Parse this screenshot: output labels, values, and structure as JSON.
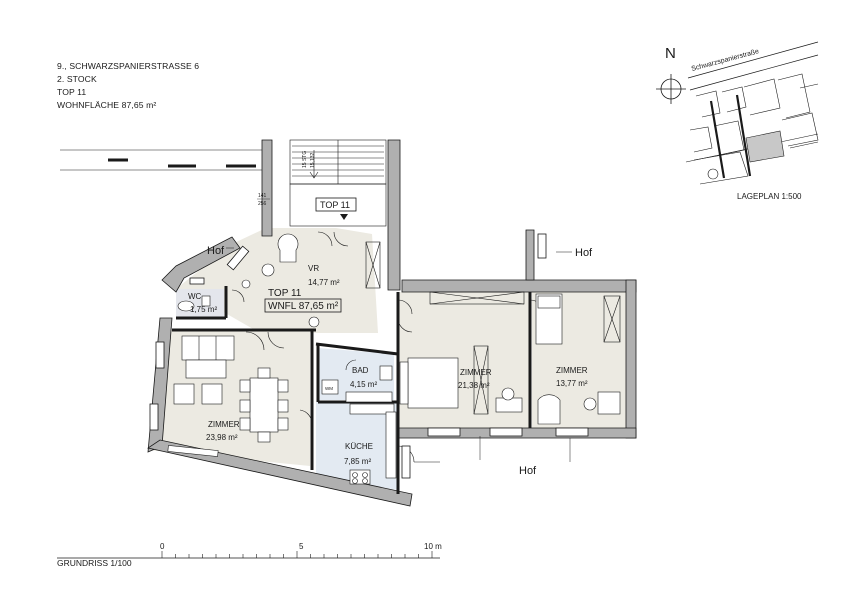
{
  "header": {
    "address": "9., SCHWARZSPANIERSTRASSE 6",
    "floor": "2. STOCK",
    "unit": "TOP  11",
    "living_area": "WOHNFLÄCHE 87,65 m²"
  },
  "site_plan": {
    "north_label": "N",
    "street_label": "Schwarzspanierstraße",
    "scale_label": "LAGEPLAN 1:500"
  },
  "plan": {
    "stair_steps_label": "15 STG",
    "stair_dim_label": "15,132",
    "stair_ratio_top": "141",
    "stair_ratio_bottom": "256",
    "entrance_label": "TOP 11",
    "courtyard_label": "Hof",
    "rooms": [
      {
        "name": "VR",
        "area": "14,77 m²"
      },
      {
        "name": "WC",
        "area": "1,75 m²"
      },
      {
        "name": "ZIMMER",
        "area": "23,98 m²"
      },
      {
        "name": "BAD",
        "area": "4,15 m²"
      },
      {
        "name": "KÜCHE",
        "area": "7,85 m²"
      },
      {
        "name": "ZIMMER",
        "area": "21,38 m²"
      },
      {
        "name": "ZIMMER",
        "area": "13,77 m²"
      }
    ],
    "unit_title": "TOP 11",
    "unit_area": "WNFL 87,65 m²",
    "wm_label": "WM"
  },
  "scale_bar": {
    "label": "GRUNDRISS 1/100",
    "ticks": [
      "0",
      "5",
      "10 m"
    ]
  }
}
